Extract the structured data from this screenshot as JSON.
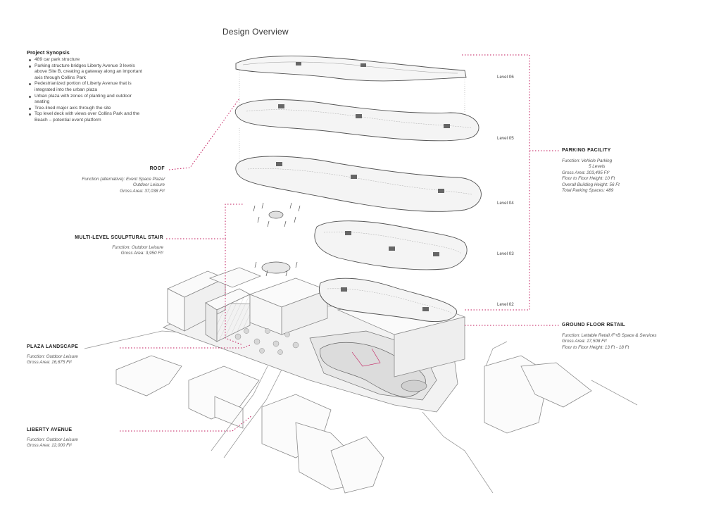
{
  "title": "Design Overview",
  "synopsis": {
    "heading": "Project Synopsis",
    "items": [
      "489 car park structure",
      "Parking structure bridges Liberty Avenue 3 levels",
      "above Site B, creating a gateway along an important",
      "axis through Collins Park",
      "Pedestrianized portion of Liberty Avenue that is",
      "integrated into the urban plaza",
      "Urban plaza with zones of planting and outdoor",
      "seating",
      "Tree-lined major axis through the site",
      "Top level deck with views over Collins Park and the",
      "Beach – potential event platform"
    ]
  },
  "callouts": {
    "roof": {
      "label": "ROOF",
      "lines": [
        "Function (alternative): Event Space Plaza/",
        "Outdoor Leisure",
        "Gross Area: 37,038 Ft²"
      ]
    },
    "stair": {
      "label": "MULTI-LEVEL SCULPTURAL STAIR",
      "lines": [
        "Function: Outdoor Leisure",
        "Gross Area: 3,950 Ft²"
      ]
    },
    "plaza": {
      "label": "PLAZA LANDSCAPE",
      "lines": [
        "Function: Outdoor Leisure",
        "Gross Area: 16,675 Ft²"
      ]
    },
    "liberty": {
      "label": "LIBERTY AVENUE",
      "lines": [
        "Function: Outdoor Leisure",
        "Gross Area: 12,000 Ft²"
      ]
    },
    "parking": {
      "label": "PARKING FACILITY",
      "lines": [
        "Function: Vehicle Parking",
        "5 Levels",
        "Gross Area: 203,495 Ft²",
        "Floor to Floor Height: 10 Ft",
        "Overall Building Height: 56 Ft",
        "Total Parking Spaces: 489"
      ]
    },
    "retail": {
      "label": "GROUND FLOOR RETAIL",
      "lines": [
        "Function: Lettable Retail /F+B Space & Services",
        "Gross Area: 17,508 Ft²",
        "Floor to Floor Height: 13 Ft - 18 Ft"
      ]
    }
  },
  "levels": [
    "Level 06",
    "Level 05",
    "Level 04",
    "Level 03",
    "Level 02"
  ],
  "colors": {
    "leader": "#c2185b",
    "deck_fill": "#f4f4f4",
    "deck_stroke": "#555555",
    "building_fill": "#ececec",
    "building_stroke": "#888888"
  }
}
